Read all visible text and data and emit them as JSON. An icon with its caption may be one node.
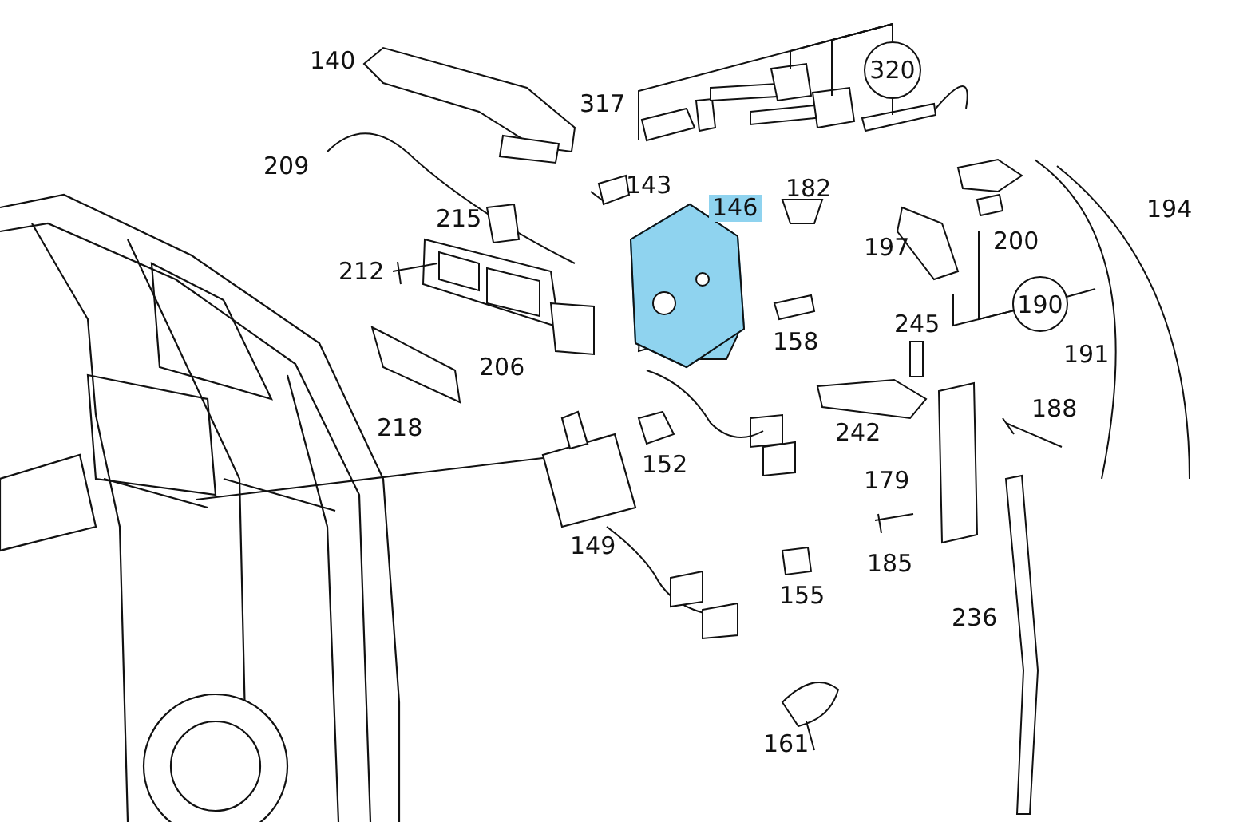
{
  "diagram": {
    "nodes": [
      {
        "text": [
          "320"
        ]
      },
      {
        "text": [
          "190"
        ]
      },
      {
        "text": [],
        "shape": "picture"
      },
      {
        "text": [],
        "shape": "picture"
      }
    ],
    "edges": [
      {
        "from": 0,
        "to": null,
        "arrow": "none"
      },
      {
        "from": 0,
        "to": null,
        "arrow": "none"
      },
      {
        "from": 0,
        "to": null,
        "arrow": "none"
      },
      {
        "from": 0,
        "to": null,
        "arrow": "none"
      },
      {
        "from": 1,
        "to": null,
        "arrow": "none"
      },
      {
        "from": 1,
        "to": null,
        "arrow": "none"
      },
      {
        "from": 1,
        "to": null,
        "arrow": "none"
      },
      {
        "from": 2,
        "to": 3,
        "arrow": "none"
      }
    ],
    "labels": [
      "140",
      "317",
      "209",
      "143",
      "182",
      "146",
      "194",
      "215",
      "197",
      "200",
      "212",
      "245",
      "158",
      "191",
      "206",
      "188",
      "218",
      "242",
      "152",
      "179",
      "149",
      "185",
      "155",
      "236",
      "161"
    ]
  }
}
